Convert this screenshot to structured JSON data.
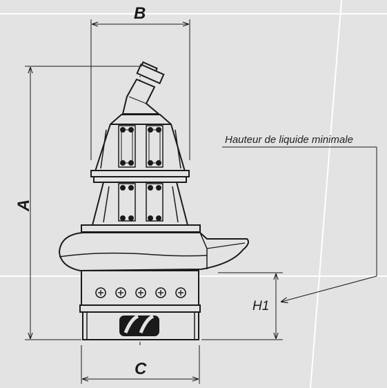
{
  "diagram": {
    "dimension_labels": {
      "a": "A",
      "b": "B",
      "c": "C",
      "h1": "H1"
    },
    "annotation": "Hauteur de liquide minimale"
  },
  "colors": {
    "background": "#e3e3e3",
    "line": "#1a1a1a",
    "panel_divider": "#ffffff"
  }
}
